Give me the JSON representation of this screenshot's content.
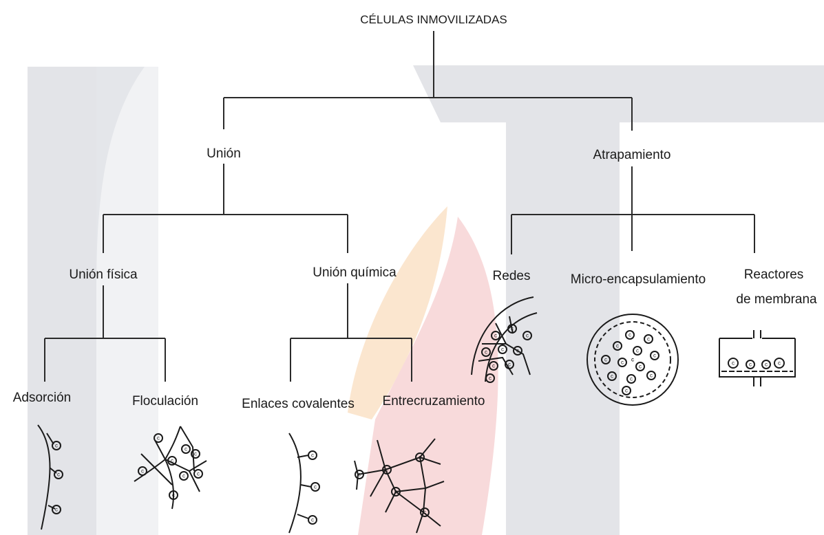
{
  "title": "CÉLULAS INMOVILIZADAS",
  "branches": {
    "union": {
      "label": "Unión",
      "fisica": {
        "label": "Unión física",
        "children": [
          "Adsorción",
          "Floculación"
        ]
      },
      "quimica": {
        "label": "Unión química",
        "children": [
          "Enlaces covalentes",
          "Entrecruzamiento"
        ]
      }
    },
    "atrapamiento": {
      "label": "Atrapamiento",
      "children": [
        "Redes",
        "Micro-encapsulamiento",
        "Reactores de membrana"
      ],
      "reactores_line1": "Reactores",
      "reactores_line2": "de membrana"
    }
  },
  "cell_glyph": "c",
  "colors": {
    "line": "#2a2a2a",
    "watermark_gray": "#e3e4e8",
    "watermark_orange": "#fbe6cf",
    "watermark_red": "#f8dadb"
  }
}
